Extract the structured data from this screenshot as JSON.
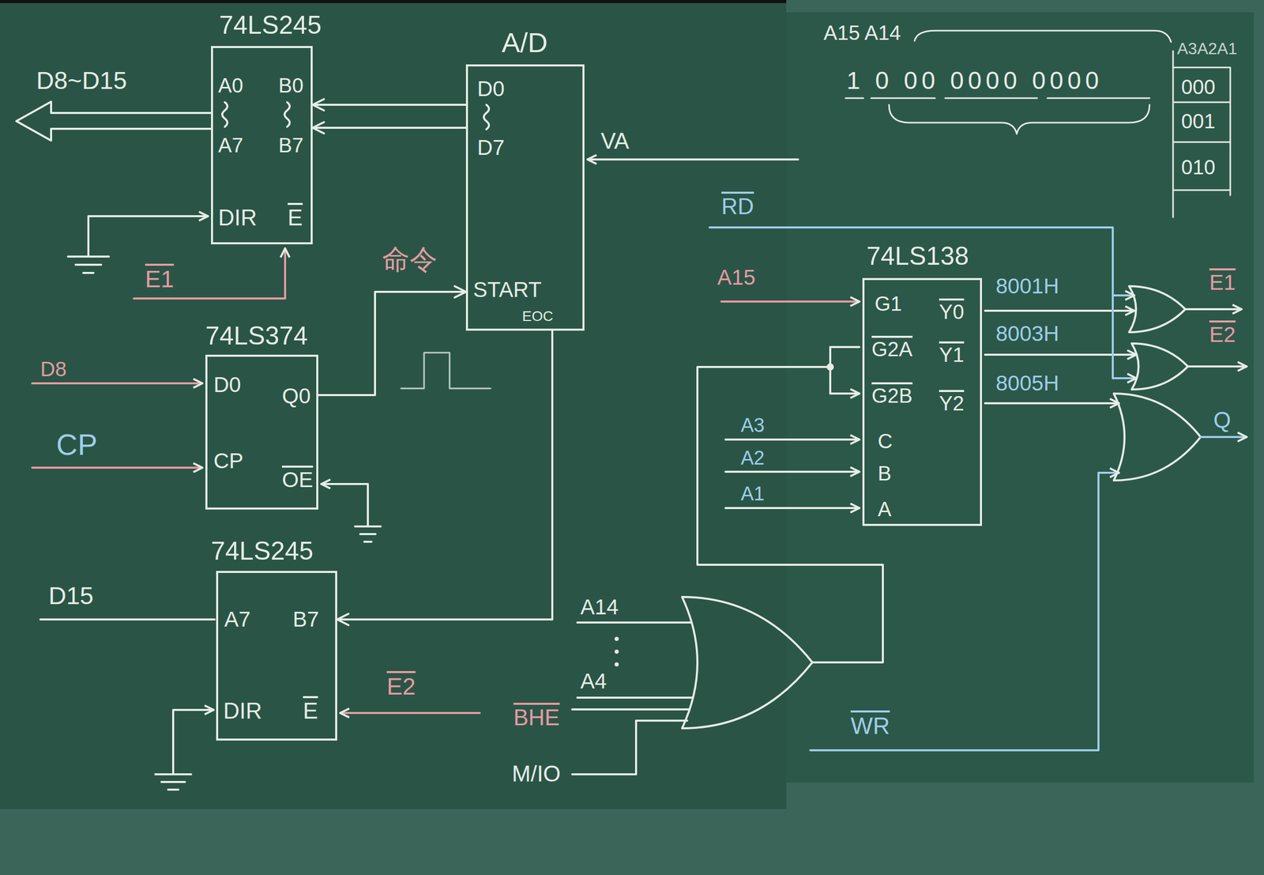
{
  "diagram": {
    "nodes": [
      {
        "text": [
          "74LS245",
          "A0",
          "B0",
          "A7",
          "B7",
          "DIR",
          "E"
        ]
      },
      {
        "text": [
          "A/D",
          "D0",
          "D7",
          "START",
          "EOC"
        ]
      },
      {
        "text": [
          "74LS374",
          "D0",
          "Q0",
          "CP",
          "OE"
        ]
      },
      {
        "text": [
          "74LS245",
          "A7",
          "B7",
          "DIR",
          "E"
        ]
      },
      {
        "text": [
          "74LS138",
          "G1",
          "G2A",
          "G2B",
          "C",
          "B",
          "A",
          "Y0",
          "Y1",
          "Y2"
        ]
      }
    ],
    "edges": [
      {
        "from": 1,
        "to": 0,
        "arrow": "to"
      },
      {
        "from": 2,
        "to": 1,
        "arrow": "to"
      },
      {
        "from": 1,
        "to": 3,
        "arrow": "to"
      }
    ],
    "labels": [
      "A15 A14",
      "1 0 00 0000 0000",
      "A3A2A1",
      "000",
      "001",
      "010",
      "D8~D15",
      "E1",
      "命令",
      "VA",
      "D8",
      "CP",
      "D15",
      "E2",
      "A14",
      "A4",
      "BHE",
      "M/IO",
      "RD",
      "A15",
      "A3",
      "A2",
      "A1",
      "8001H",
      "8003H",
      "8005H",
      "E1",
      "E2",
      "Q",
      "WR"
    ]
  }
}
